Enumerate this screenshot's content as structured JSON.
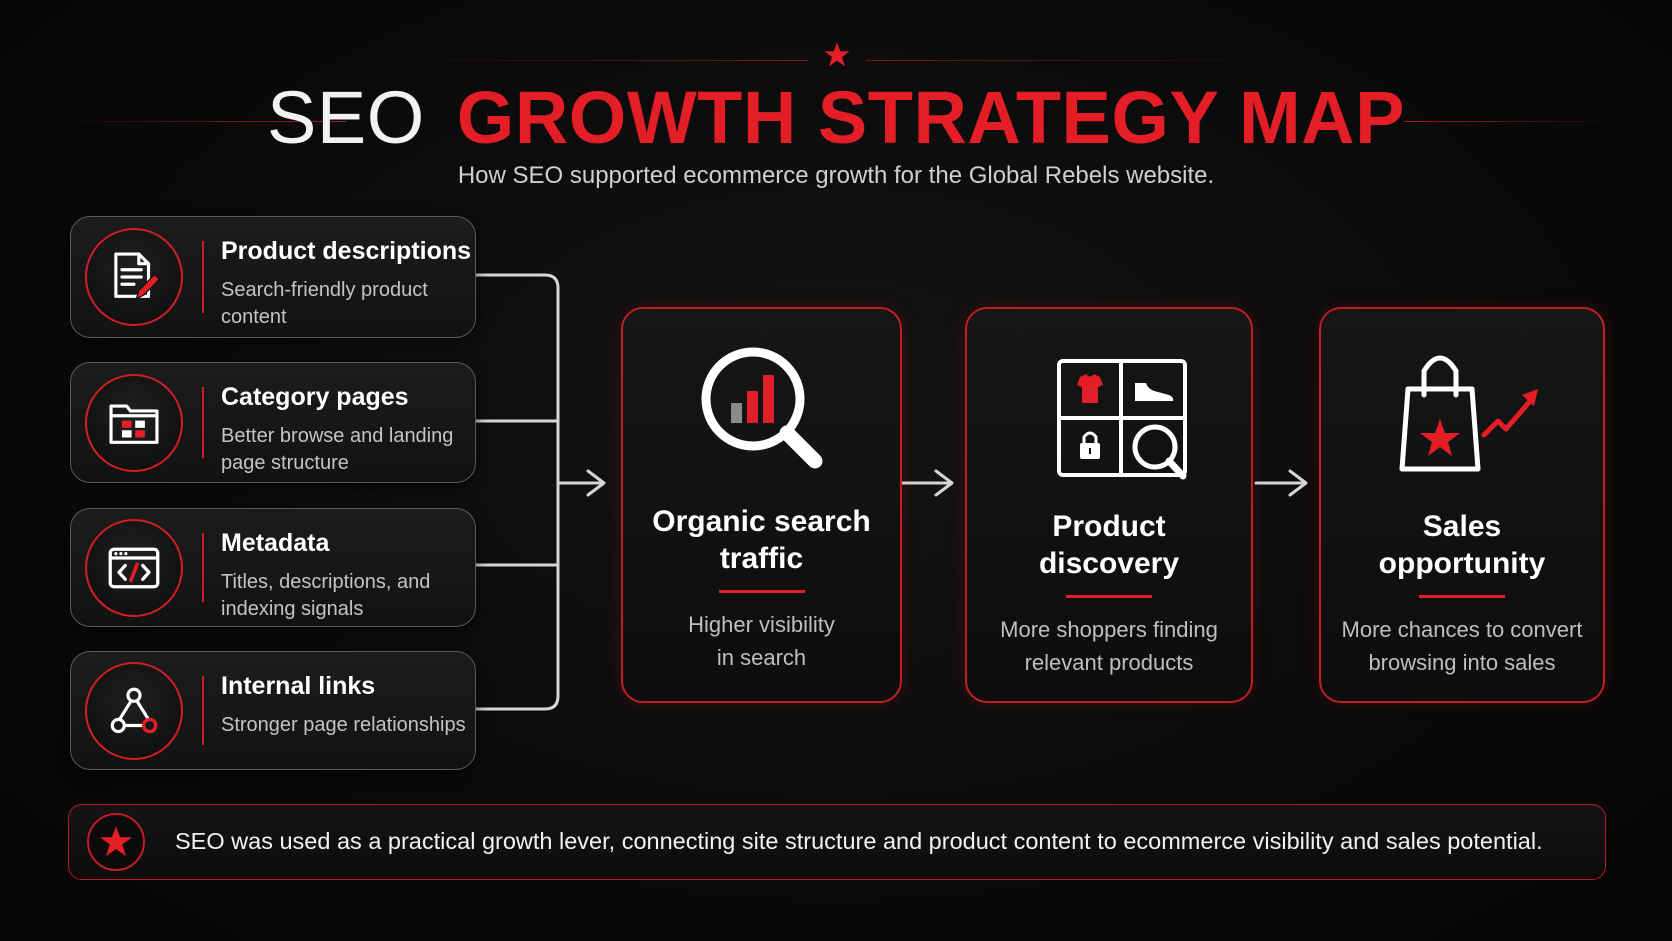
{
  "header": {
    "title_part1": "SEO",
    "title_part2": "GROWTH STRATEGY MAP",
    "subtitle": "How SEO supported ecommerce growth for the Global Rebels website."
  },
  "inputs": [
    {
      "title": "Product descriptions",
      "description": "Search-friendly product content",
      "icon": "document-edit-icon"
    },
    {
      "title": "Category pages",
      "description": "Better browse and landing page structure",
      "icon": "folder-grid-icon"
    },
    {
      "title": "Metadata",
      "description": "Titles, descriptions, and indexing signals",
      "icon": "code-window-icon"
    },
    {
      "title": "Internal links",
      "description": "Stronger page relationships",
      "icon": "network-link-icon"
    }
  ],
  "flow": [
    {
      "title_line1": "Organic search",
      "title_line2": "traffic",
      "desc_line1": "Higher visibility",
      "desc_line2": "in search",
      "icon": "magnifier-chart-icon"
    },
    {
      "title_line1": "Product",
      "title_line2": "discovery",
      "desc_line1": "More shoppers finding",
      "desc_line2": "relevant products",
      "icon": "product-grid-search-icon"
    },
    {
      "title_line1": "Sales",
      "title_line2": "opportunity",
      "desc_line1": "More chances to convert",
      "desc_line2": "browsing into sales",
      "icon": "shopping-bag-growth-icon"
    }
  ],
  "footer": {
    "text": "SEO was used as a practical growth lever, connecting site structure and product content to ecommerce visibility and sales potential.",
    "icon": "star-icon"
  },
  "colors": {
    "accent_red": "#e41e26",
    "background": "#0a0a0a",
    "text_primary": "#ffffff",
    "text_secondary": "#c4c4c4"
  }
}
